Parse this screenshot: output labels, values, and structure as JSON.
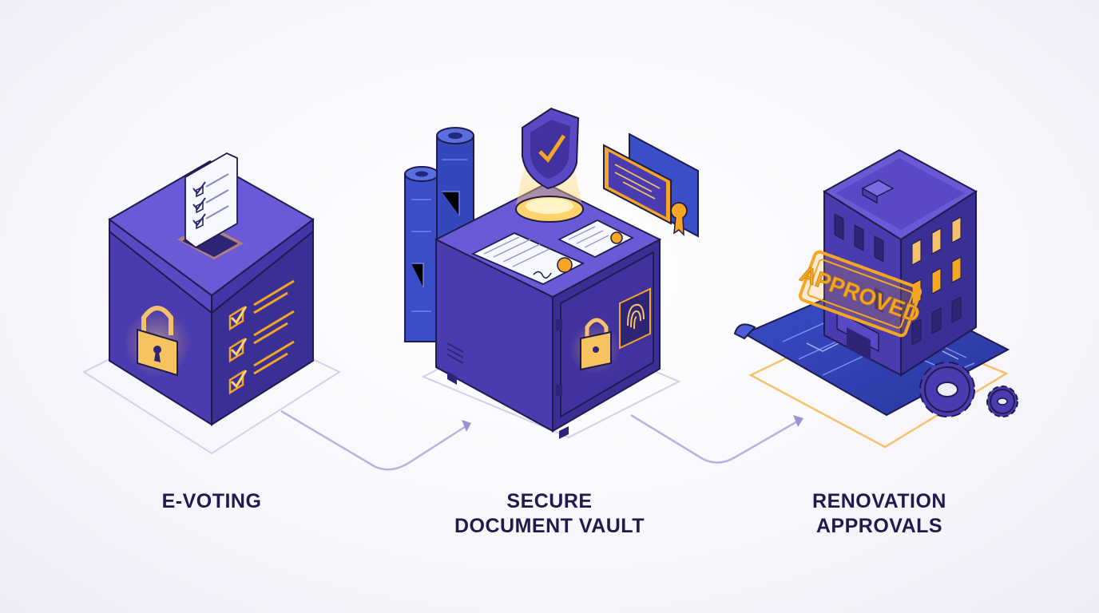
{
  "steps": [
    {
      "id": "e-voting",
      "label_lines": [
        "E-VOTING"
      ],
      "icon": "ballot-box-icon"
    },
    {
      "id": "vault",
      "label_lines": [
        "SECURE",
        "DOCUMENT VAULT"
      ],
      "icon": "vault-safe-icon"
    },
    {
      "id": "renovation",
      "label_lines": [
        "RENOVATION",
        "APPROVALS"
      ],
      "icon": "building-icon"
    }
  ],
  "stamp_text": "APPROVED",
  "colors": {
    "purple_dark": "#2e2577",
    "purple_mid": "#4a3cb0",
    "purple_light": "#6b5ad6",
    "glow_orange": "#f5a623",
    "line": "#b8b2dc",
    "caption": "#1f1b4d"
  }
}
